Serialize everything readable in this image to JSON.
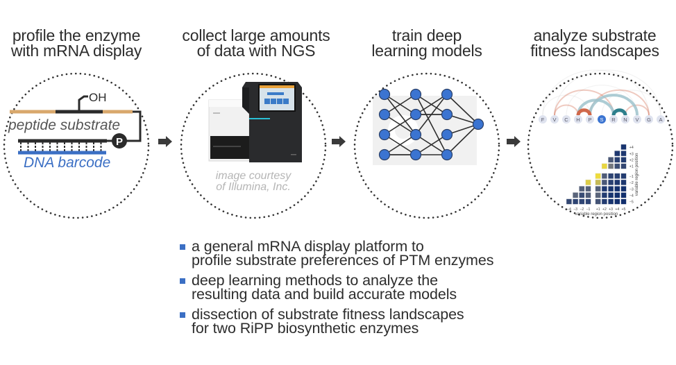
{
  "colors": {
    "dot_circle": "#333333",
    "peptide_tan": "#d9a86c",
    "peptide_dark": "#2b2b2b",
    "dna_blue": "#3b6fc4",
    "node_blue": "#3b74d1",
    "edge_dark": "#2e2e2e",
    "arrow": "#3a3a3a",
    "arc_red": "#d0684a",
    "arc_teal": "#2e7f8c",
    "arc_lightblue": "#9fc3cc",
    "heat_yellow": "#f3e03a",
    "heat_navy": "#13306e",
    "bullet_square": "#3b6fc4"
  },
  "stages": [
    {
      "heading": [
        "profile the enzyme",
        "with mRNA display"
      ],
      "diagram": {
        "hydroxyl_label": "OH",
        "peptide_label": "peptide substrate",
        "puromycin_label": "P",
        "dna_label": "DNA barcode"
      }
    },
    {
      "heading": [
        "collect large amounts",
        "of data with NGS"
      ],
      "diagram": {
        "instrument": "sequencer-image",
        "caption": [
          "image courtesy",
          "of Illumina, Inc."
        ]
      }
    },
    {
      "heading": [
        "train deep",
        "learning models"
      ],
      "diagram": {
        "layers": [
          4,
          4,
          4,
          1
        ],
        "edges": [
          [
            [
              0,
              0
            ],
            [
              1,
              1
            ]
          ],
          [
            [
              0,
              0
            ],
            [
              1,
              2
            ]
          ],
          [
            [
              0,
              1
            ],
            [
              1,
              0
            ]
          ],
          [
            [
              0,
              1
            ],
            [
              1,
              2
            ]
          ],
          [
            [
              0,
              2
            ],
            [
              1,
              1
            ]
          ],
          [
            [
              0,
              2
            ],
            [
              1,
              3
            ]
          ],
          [
            [
              0,
              3
            ],
            [
              1,
              2
            ]
          ],
          [
            [
              0,
              3
            ],
            [
              1,
              3
            ]
          ],
          [
            [
              1,
              0
            ],
            [
              2,
              1
            ]
          ],
          [
            [
              1,
              0
            ],
            [
              2,
              3
            ]
          ],
          [
            [
              1,
              1
            ],
            [
              2,
              0
            ]
          ],
          [
            [
              1,
              1
            ],
            [
              2,
              1
            ]
          ],
          [
            [
              1,
              2
            ],
            [
              2,
              0
            ]
          ],
          [
            [
              1,
              2
            ],
            [
              2,
              3
            ]
          ],
          [
            [
              1,
              3
            ],
            [
              2,
              2
            ]
          ],
          [
            [
              1,
              3
            ],
            [
              2,
              3
            ]
          ],
          [
            [
              2,
              0
            ],
            [
              3,
              0
            ]
          ],
          [
            [
              2,
              1
            ],
            [
              3,
              0
            ]
          ],
          [
            [
              2,
              2
            ],
            [
              3,
              0
            ]
          ],
          [
            [
              2,
              3
            ],
            [
              3,
              0
            ]
          ]
        ]
      }
    },
    {
      "heading": [
        "analyze substrate",
        "fitness landscapes"
      ],
      "diagram": {
        "residues": [
          "F",
          "V",
          "C",
          "H",
          "P",
          "S",
          "R",
          "N",
          "V",
          "G",
          "A"
        ],
        "highlight_residue_index": 5,
        "arcs": [
          {
            "from": 3,
            "to": 4,
            "strength": "strong",
            "color": "red"
          },
          {
            "from": 6,
            "to": 7,
            "strength": "strong",
            "color": "teal"
          },
          {
            "from": 3,
            "to": 6,
            "strength": "medium",
            "color": "lightblue"
          },
          {
            "from": 4,
            "to": 8,
            "strength": "medium",
            "color": "lightblue"
          },
          {
            "from": 1,
            "to": 3,
            "strength": "weak",
            "color": "red"
          },
          {
            "from": 1,
            "to": 6,
            "strength": "weak",
            "color": "red"
          },
          {
            "from": 4,
            "to": 9,
            "strength": "weak",
            "color": "red"
          },
          {
            "from": 7,
            "to": 9,
            "strength": "weak",
            "color": "red"
          },
          {
            "from": 0,
            "to": 9,
            "strength": "faint",
            "color": "grey"
          },
          {
            "from": 0,
            "to": 4,
            "strength": "faint",
            "color": "grey"
          },
          {
            "from": 2,
            "to": 8,
            "strength": "faint",
            "color": "grey"
          },
          {
            "from": 5,
            "to": 10,
            "strength": "faint",
            "color": "grey"
          },
          {
            "from": 1,
            "to": 10,
            "strength": "faint",
            "color": "grey"
          }
        ],
        "heatmap": {
          "x_ticks": [
            "−4",
            "−3",
            "−2",
            "−1",
            "+1",
            "+2",
            "+3",
            "+4",
            "+5"
          ],
          "y_ticks": [
            "+4",
            "+3",
            "+2",
            "+1",
            "−1",
            "−2",
            "−3",
            "−4",
            "−5"
          ],
          "xlabel": "variable region position",
          "ylabel": "variable region position",
          "values": [
            [
              null,
              null,
              null,
              null,
              null,
              null,
              null,
              null,
              0.95
            ],
            [
              null,
              null,
              null,
              null,
              null,
              null,
              null,
              0.9,
              0.9
            ],
            [
              null,
              null,
              null,
              null,
              null,
              null,
              0.5,
              0.8,
              0.85
            ],
            [
              null,
              null,
              null,
              null,
              null,
              -0.9,
              0.1,
              0.6,
              0.7
            ],
            [
              null,
              null,
              null,
              null,
              -0.95,
              0.45,
              0.75,
              0.8,
              0.85
            ],
            [
              null,
              null,
              null,
              -0.8,
              -0.6,
              0.5,
              0.8,
              0.9,
              0.9
            ],
            [
              null,
              null,
              0.4,
              0.4,
              0.4,
              0.9,
              0.95,
              1.0,
              1.0
            ],
            [
              null,
              0.35,
              0.65,
              0.45,
              0.35,
              0.85,
              0.95,
              1.0,
              1.0
            ],
            [
              0.7,
              0.75,
              0.75,
              0.75,
              0.55,
              0.85,
              0.95,
              1.0,
              1.0
            ]
          ]
        }
      }
    }
  ],
  "bullets": [
    [
      "a general mRNA display platform to",
      "profile substrate preferences of PTM enzymes"
    ],
    [
      "deep learning methods to analyze the",
      "resulting data and build accurate models"
    ],
    [
      "dissection of substrate fitness landscapes",
      "for two RiPP biosynthetic enzymes"
    ]
  ]
}
